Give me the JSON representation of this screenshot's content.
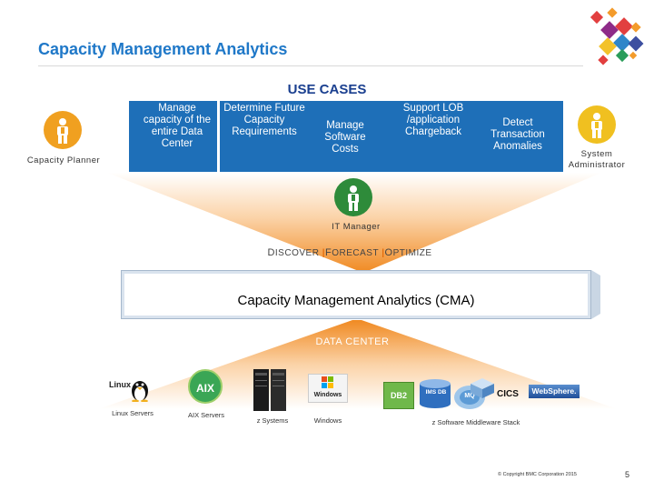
{
  "title": "Capacity Management Analytics",
  "use_cases_title": "USE CASES",
  "use_cases": [
    "Manage capacity of the entire Data Center",
    "Determine Future Capacity Requirements",
    "Manage Software Costs",
    "Support LOB /application Chargeback",
    "Detect Transaction Anomalies"
  ],
  "roles": {
    "left": "Capacity Planner",
    "right": "System Administrator",
    "center": "IT Manager"
  },
  "tagline": {
    "discover": {
      "first": "D",
      "rest": "ISCOVER"
    },
    "forecast": {
      "first": "F",
      "rest": "ORECAST"
    },
    "optimize": {
      "first": "O",
      "rest": "PTIMIZE"
    },
    "separator": "|"
  },
  "cma_label": "Capacity Management Analytics (CMA)",
  "data_center_label": "DATA CENTER",
  "platforms": {
    "linux_logo": "Linux",
    "linux_label": "Linux Servers",
    "aix_logo": "AIX",
    "aix_label": "AIX Servers",
    "zsystems_label": "z Systems",
    "windows_logo": "Windows",
    "windows_label": "Windows",
    "db2_logo": "DB2",
    "ims_logo": "IMS DB",
    "mq_logo": "MQ",
    "cics_label": "CICS",
    "websphere_logo": "WebSphere.",
    "zsoftware_label": "z Software Middleware Stack"
  },
  "footer": {
    "copyright": "© Copyright BMC Corporation 2015",
    "page_number": "5"
  },
  "colors": {
    "title_blue": "#1f78c8",
    "band_blue": "#1e6fb8",
    "orange": "#f4952d",
    "person_green": "#2e8b3a",
    "person_orange": "#f0a020",
    "person_yellow": "#f0c020"
  }
}
